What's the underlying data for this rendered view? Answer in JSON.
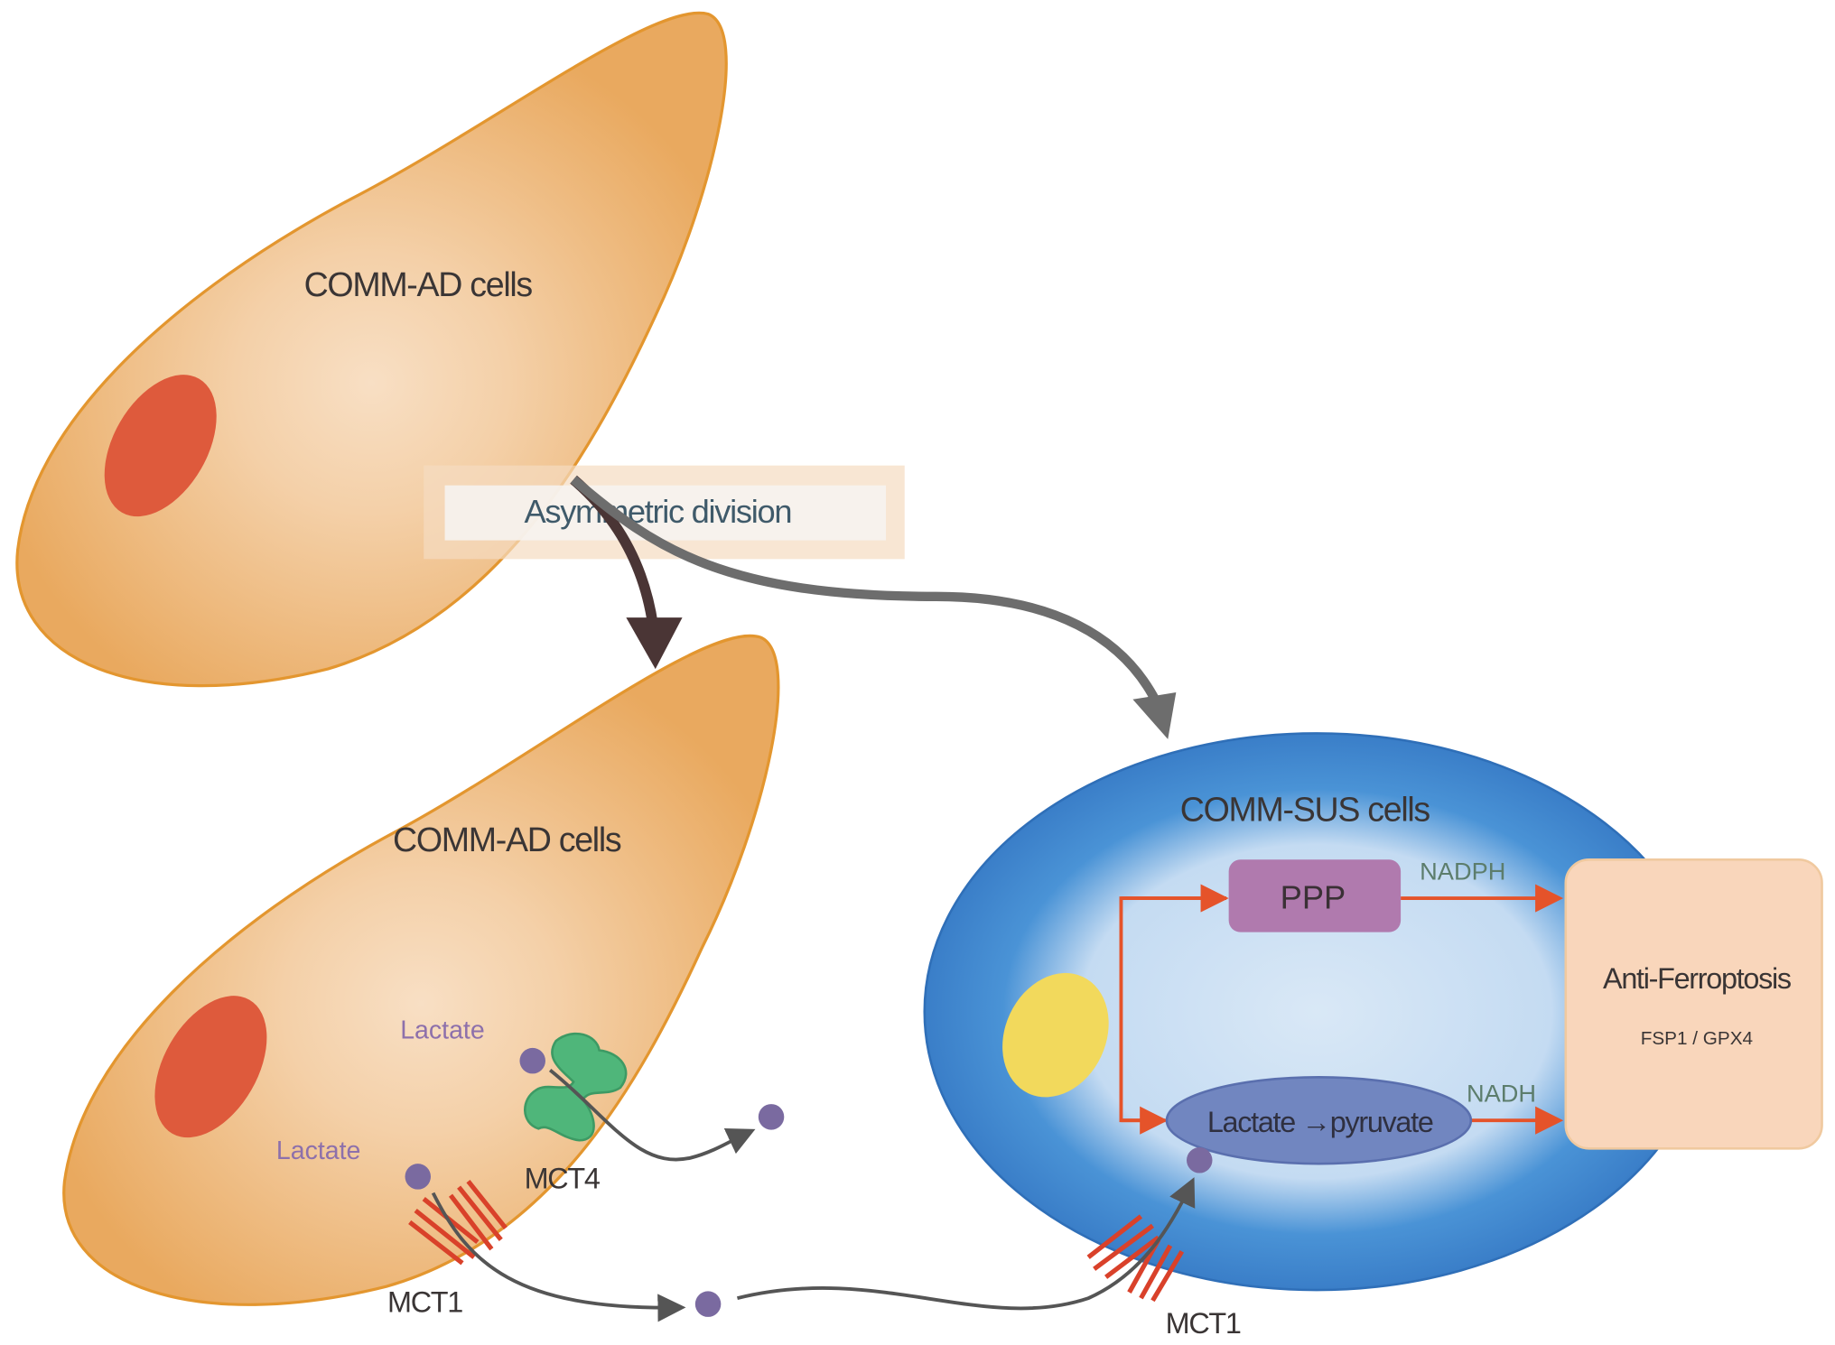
{
  "labels": {
    "top_cell": "COMM-AD cells",
    "division": "Asymmetric division",
    "bottom_cell": "COMM-AD cells",
    "lactate_1": "Lactate",
    "lactate_2": "Lactate",
    "mct4": "MCT4",
    "mct1_left": "MCT1",
    "mct1_right": "MCT1",
    "sus_cell": "COMM-SUS cells",
    "ppp": "PPP",
    "nadph": "NADPH",
    "lactate_pyruvate": "Lactate →pyruvate",
    "nadh": "NADH",
    "anti_ferroptosis": "Anti-Ferroptosis",
    "fsp1_gpx4": "FSP1 / GPX4"
  },
  "colors": {
    "ad_cell": "#e9a95f",
    "nucleus": "#de5a3c",
    "sus_cell": "#2f78c4",
    "sus_nucleus": "#f2d95c",
    "ppp": "#b07aae",
    "lactate_enzyme": "#7186c0",
    "pathway_arrow": "#e5532a",
    "anti_ferroptosis_box": "#f9d6bb",
    "lactate_molecule": "#7a6aa0",
    "mct1": "#d9412a",
    "mct4": "#4fb67a"
  }
}
